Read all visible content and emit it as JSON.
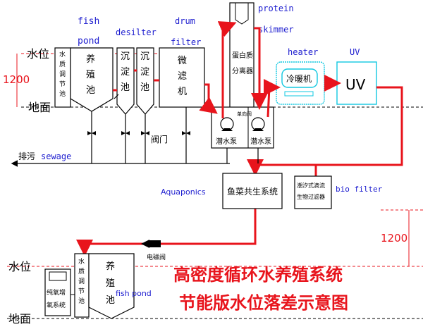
{
  "labels": {
    "fish_pond_en": [
      "fish",
      "pond"
    ],
    "desilter_en": "desilter",
    "drum_filter_en": [
      "drum",
      "filter"
    ],
    "protein_skimmer_en": [
      "protein",
      "skimmer"
    ],
    "heater_en": "heater",
    "uv_en": "UV",
    "water_level_cn": "水位",
    "height_mark": "1200",
    "ground_cn": "地面",
    "balance_tank_cn": [
      "水",
      "质",
      "调",
      "节",
      "池"
    ],
    "culture_tank_cn": [
      "养",
      "殖",
      "池"
    ],
    "settling_tank_cn": [
      "沉",
      "淀",
      "池"
    ],
    "micro_filter_cn": [
      "微",
      "滤",
      "机"
    ],
    "protein_separator_cn": [
      "蛋白质",
      "分离器"
    ],
    "heater_cn": "冷暖机",
    "uv_box": "UV",
    "pump_cn": "潜水泵",
    "valve_cn": "阀门",
    "check_valve_cn": "单向阀",
    "drain_cn": "排污",
    "sewage_en": "sewage",
    "aquaponics_en": "Aquaponics",
    "aquaponics_cn": "鱼菜共生系统",
    "bio_filter_en": "bio filter",
    "bio_filter_cn": [
      "潮汐式滴流",
      "生物过滤器"
    ],
    "solenoid_valve_cn": "电磁阀",
    "oxygen_system_cn": [
      "纯氧增",
      "氧系统"
    ],
    "fish_pond_bottom_en": "fish pond",
    "title_cn": [
      "高密度循环水养殖系统",
      "节能版水位落差示意图"
    ]
  },
  "colors": {
    "flow_red": "#e8141c",
    "label_blue": "#1c1ccf",
    "accent_cyan": "#12c8e0",
    "dash_red": "#e8141c",
    "line_black": "#000000",
    "title_red": "#e8141c"
  },
  "icons": [
    "pump-icon",
    "valve-icon",
    "check-valve-icon",
    "solenoid-valve-icon",
    "arrow-icon"
  ]
}
